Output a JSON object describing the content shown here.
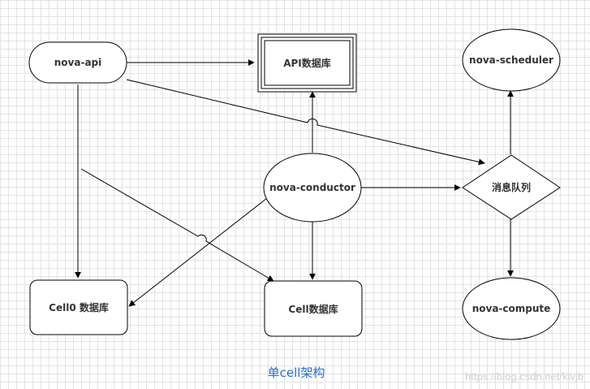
{
  "nodes": {
    "nova_api": "nova-api",
    "api_db": "API数据库",
    "nova_scheduler": "nova-scheduler",
    "nova_conductor": "nova-conductor",
    "message_queue": "消息队列",
    "cell0_db": "Cell0 数据库",
    "cell_db": "Cell数据库",
    "nova_compute": "nova-compute"
  },
  "caption": "单cell架构",
  "watermark": "https://blog.csdn.net/klvjb"
}
